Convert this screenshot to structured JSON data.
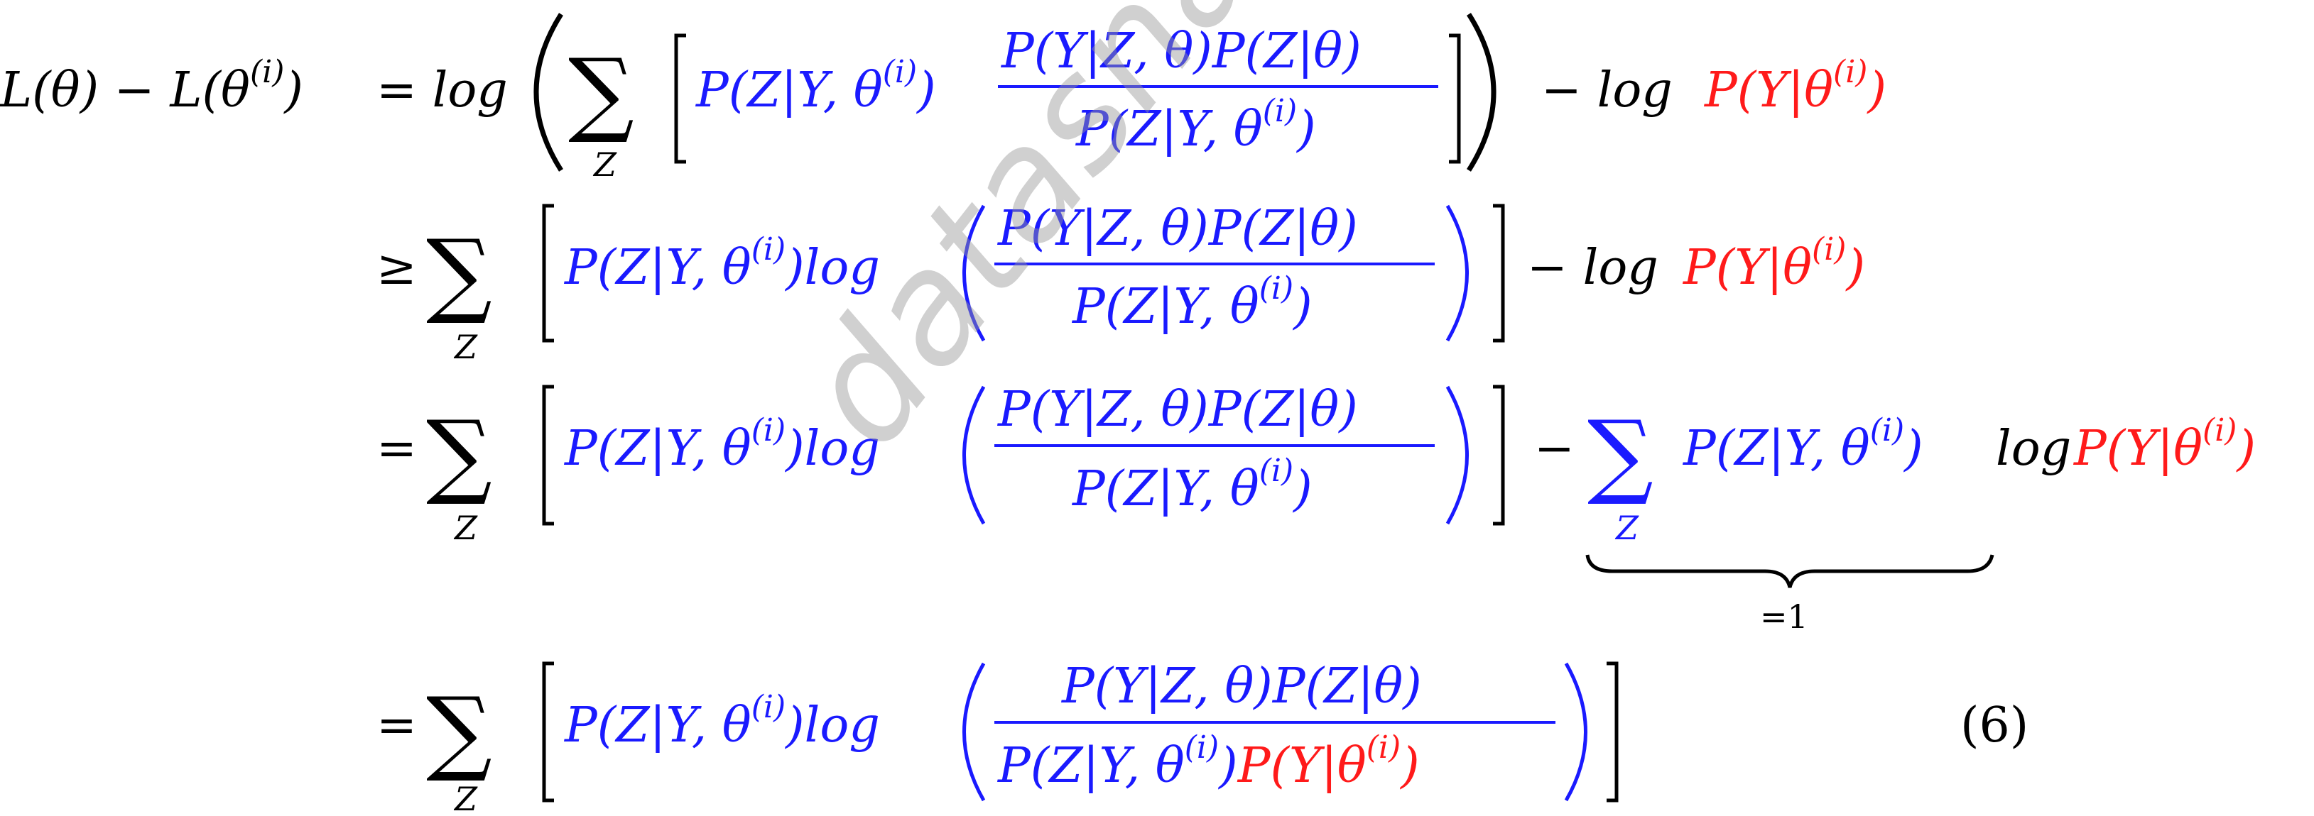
{
  "colors": {
    "black": "#000000",
    "blue": "#1a1aff",
    "red": "#ff1a1a",
    "watermark": "#969696"
  },
  "watermark": "datasnail.cn",
  "equation": {
    "number": "(6)",
    "lhs": "L(θ) − L(θ(i))",
    "line1": {
      "rel": "= log",
      "sum_index": "Z",
      "frac_left": "P(Z|Y, θ(i))",
      "frac_num": "P(Y|Z, θ)P(Z|θ)",
      "frac_den": "P(Z|Y, θ(i))",
      "minus_log": "− log",
      "red": "P(Y|θ(i))"
    },
    "line2": {
      "rel": "≥",
      "sum_index": "Z",
      "blue": "P(Z|Y, θ(i))log",
      "frac_num": "P(Y|Z, θ)P(Z|θ)",
      "frac_den": "P(Z|Y, θ(i))",
      "minus_log": "− log",
      "red": "P(Y|θ(i))"
    },
    "line3": {
      "rel": "=",
      "sum_index": "Z",
      "blue": "P(Z|Y, θ(i))log",
      "frac_num": "P(Y|Z, θ)P(Z|θ)",
      "frac_den": "P(Z|Y, θ(i))",
      "minus": "−",
      "sum2_index": "Z",
      "blue2": "P(Z|Y, θ(i))",
      "log": "log",
      "red": "P(Y|θ(i))",
      "underbrace_label": "=1"
    },
    "line4": {
      "rel": "=",
      "sum_index": "Z",
      "blue": "P(Z|Y, θ(i))log",
      "frac_num": "P(Y|Z, θ)P(Z|θ)",
      "frac_den_blue": "P(Z|Y, θ(i))",
      "frac_den_red": "P(Y|θ(i))"
    }
  }
}
